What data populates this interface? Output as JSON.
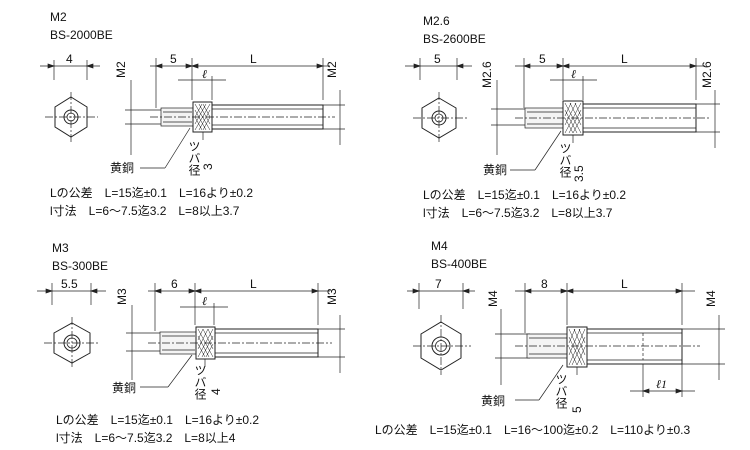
{
  "panels": [
    {
      "size": "M2",
      "model": "BS-2000BE",
      "hex_width": "4",
      "thread_len": "5",
      "body_len": "L",
      "thread_label": "M2",
      "end_label": "M2",
      "small_l": "ℓ",
      "material": "黄銅",
      "flange_label": "ツバ径",
      "flange_value": "3",
      "tolerance": "Lの公差　L=15迄±0.1　L=16より±0.2",
      "dimension": "l寸法　L=6〜7.5迄3.2　L=8以上3.7"
    },
    {
      "size": "M2.6",
      "model": "BS-2600BE",
      "hex_width": "5",
      "thread_len": "5",
      "body_len": "L",
      "thread_label": "M2.6",
      "end_label": "M2.6",
      "small_l": "ℓ",
      "material": "黄銅",
      "flange_label": "ツバ径",
      "flange_value": "3.5",
      "tolerance": "Lの公差　L=15迄±0.1　L=16より±0.2",
      "dimension": "l寸法　L=6〜7.5迄3.2　L=8以上3.7"
    },
    {
      "size": "M3",
      "model": "BS-300BE",
      "hex_width": "5.5",
      "thread_len": "6",
      "body_len": "L",
      "thread_label": "M3",
      "end_label": "M3",
      "small_l": "ℓ",
      "material": "黄銅",
      "flange_label": "ツバ径",
      "flange_value": "4",
      "tolerance": "Lの公差　L=15迄±0.1　L=16より±0.2",
      "dimension": "l寸法　L=6〜7.5迄3.2　L=8以上4"
    },
    {
      "size": "M4",
      "model": "BS-400BE",
      "hex_width": "7",
      "thread_len": "8",
      "body_len": "L",
      "thread_label": "M4",
      "end_label": "M4",
      "small_l": "ℓ1",
      "material": "黄銅",
      "flange_label": "ツバ径",
      "flange_value": "5",
      "tolerance": "Lの公差　L=15迄±0.1　L=16〜100迄±0.2　L=110より±0.3"
    }
  ]
}
